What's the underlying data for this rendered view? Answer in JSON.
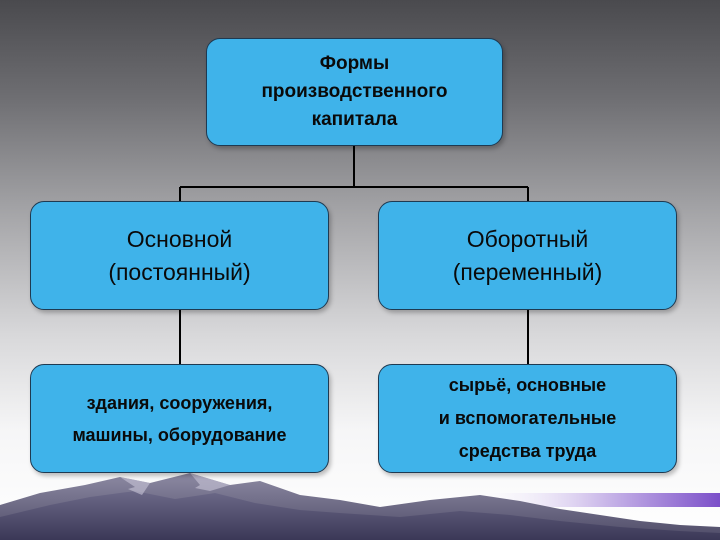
{
  "diagram": {
    "root": {
      "label": "Формы\nпроизводственного\nкапитала"
    },
    "branches": [
      {
        "label": "Основной\n(постоянный)",
        "child": "здания, сооружения,\nмашины, оборудование"
      },
      {
        "label": "Оборотный\n(переменный)",
        "child": "сырьё, основные\nи вспомогательные\nсредства труда"
      }
    ]
  },
  "colors": {
    "box_fill": "#3fb3ea",
    "box_border": "#1e3a52",
    "connector": "#000000"
  }
}
